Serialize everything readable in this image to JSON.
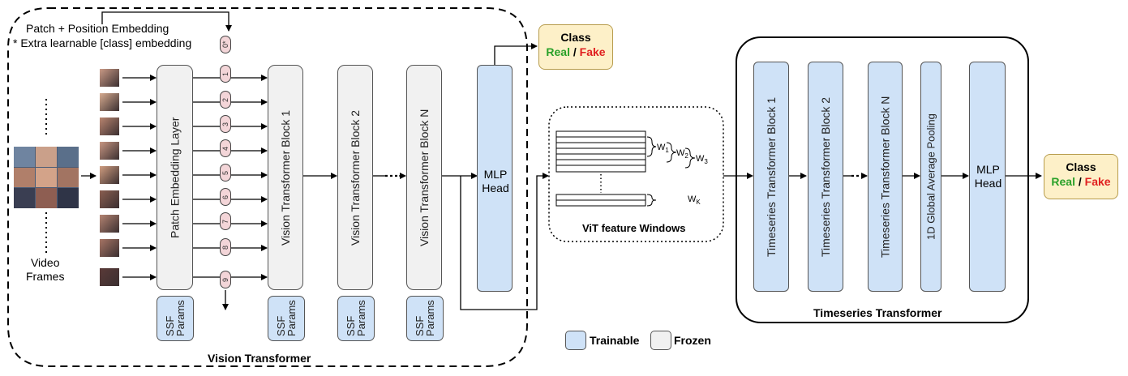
{
  "vit": {
    "patch_pos_label": "Patch + Position Embedding",
    "extra_label": "* Extra learnable  [class] embedding",
    "video_frames_label": "Video\nFrames",
    "patch_embedding_layer": "Patch Embedding Layer",
    "blocks": [
      "Vision Transformer Block 1",
      "Vision Transformer Block 2",
      "Vision Transformer Block N"
    ],
    "mlp_head": "MLP\nHead",
    "ssf_label": "SSF\nParams",
    "tokens": [
      "0*",
      "1",
      "2",
      "3",
      "4",
      "5",
      "6",
      "7",
      "8",
      "9"
    ],
    "title": "Vision Transformer"
  },
  "class_top": {
    "title": "Class",
    "real": "Real",
    "sep": " / ",
    "fake": "Fake"
  },
  "windows": {
    "title": "ViT feature Windows",
    "w1": "W",
    "w1_sub": "1",
    "w2": "W",
    "w2_sub": "2",
    "w3": "W",
    "w3_sub": "3",
    "wk": "W",
    "wk_sub": "K"
  },
  "ts": {
    "blocks": [
      "Timeseries Transformer Block 1",
      "Timeseries  Transformer Block 2",
      "Timeseries Transformer Block N"
    ],
    "pooling": "1D Global Average Pooling",
    "mlp_head": "MLP\nHead",
    "title": "Timeseries Transformer"
  },
  "class_right": {
    "title": "Class",
    "real": "Real",
    "sep": " / ",
    "fake": "Fake"
  },
  "legend": {
    "trainable": "Trainable",
    "frozen": "Frozen"
  },
  "colors": {
    "trainable": "#cfe2f7",
    "frozen": "#f1f1f1",
    "token": "#f3d5d8",
    "class_bg": "#fdf0c8",
    "real": "#2aa12a",
    "fake": "#e02020"
  }
}
